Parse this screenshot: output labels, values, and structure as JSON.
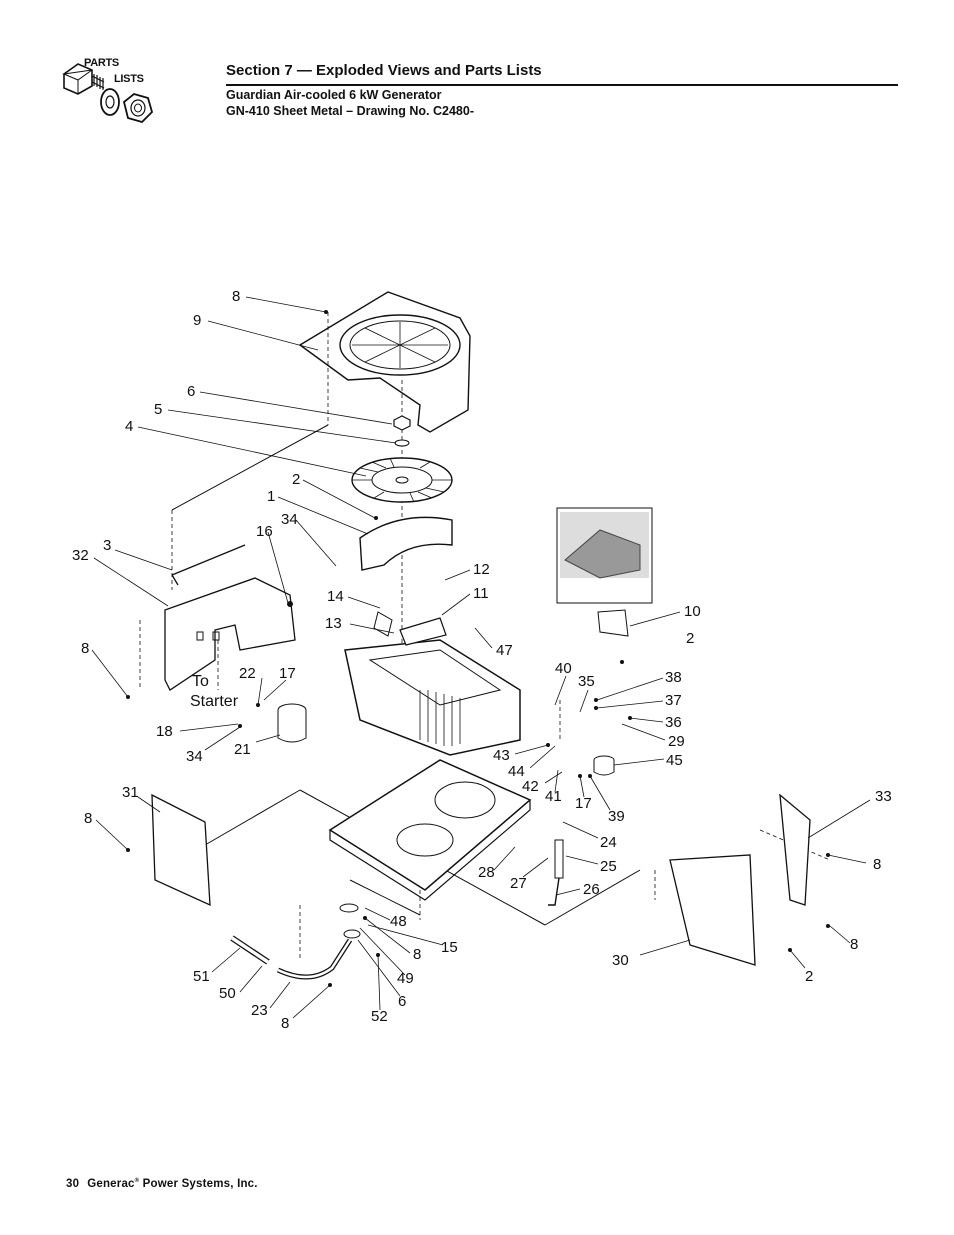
{
  "logo": {
    "line1": "PARTS",
    "line2": "LISTS"
  },
  "header": {
    "section_title": "Section 7 — Exploded Views and Parts Lists",
    "subtitle1": "Guardian Air-cooled 6 kW Generator",
    "subtitle2": "GN-410 Sheet Metal – Drawing No. C2480-"
  },
  "drawing": {
    "callouts": [
      "8",
      "9",
      "6",
      "5",
      "4",
      "2",
      "1",
      "34",
      "16",
      "3",
      "32",
      "14",
      "13",
      "12",
      "11",
      "47",
      "10",
      "2",
      "8",
      "To",
      "Starter",
      "22",
      "17",
      "18",
      "34",
      "21",
      "40",
      "35",
      "38",
      "37",
      "36",
      "29",
      "45",
      "43",
      "44",
      "42",
      "41",
      "17",
      "39",
      "31",
      "8",
      "33",
      "8",
      "24",
      "25",
      "28",
      "27",
      "26",
      "48",
      "8",
      "15",
      "30",
      "8",
      "2",
      "51",
      "50",
      "23",
      "8",
      "52",
      "6",
      "49"
    ]
  },
  "footer": {
    "page_number": "30",
    "company": "Generac",
    "reg_mark": "®",
    "company_rest": " Power Systems, Inc."
  }
}
